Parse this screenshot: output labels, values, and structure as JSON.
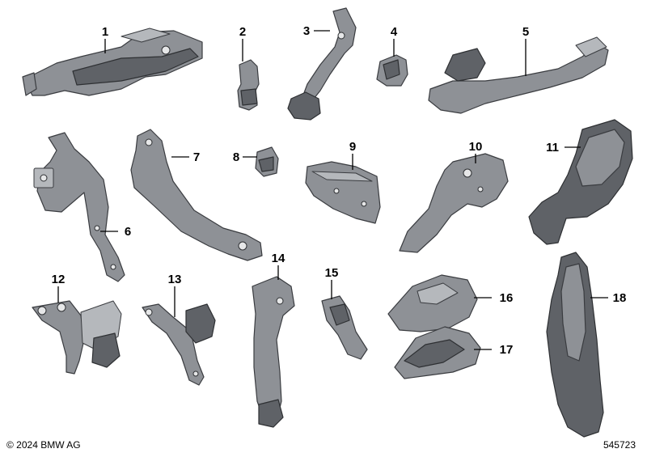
{
  "callouts": [
    "1",
    "2",
    "3",
    "4",
    "5",
    "6",
    "7",
    "8",
    "9",
    "10",
    "11",
    "12",
    "13",
    "14",
    "15",
    "16",
    "17",
    "18"
  ],
  "footer": {
    "copyright": "© 2024 BMW AG",
    "diagram_number": "545723"
  },
  "colors": {
    "part_fill": "#8e9196",
    "part_outline": "#3a3c40",
    "background": "#ffffff"
  }
}
